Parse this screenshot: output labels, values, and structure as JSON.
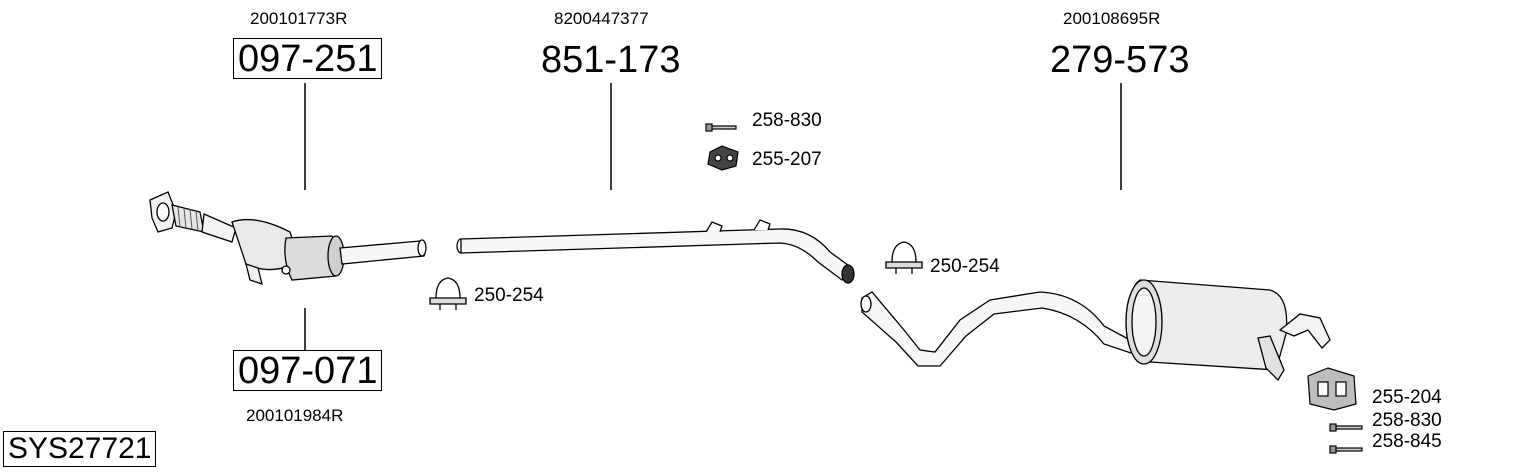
{
  "diagram": {
    "system_code": "SYS27721",
    "parts": {
      "catalyst_front": {
        "oem": "200101773R",
        "number": "097-251"
      },
      "catalyst_rear": {
        "oem": "200101984R",
        "number": "097-071"
      },
      "middle_pipe": {
        "oem": "8200447377",
        "number": "851-173"
      },
      "rear_silencer": {
        "oem": "200108695R",
        "number": "279-573"
      }
    },
    "accessories": {
      "bolt_top": "258-830",
      "rubber_top": "255-207",
      "clamp_left": "250-254",
      "clamp_right": "250-254",
      "rubber_bottom": "255-204",
      "bolt_bottom_1": "258-830",
      "bolt_bottom_2": "258-845"
    }
  }
}
